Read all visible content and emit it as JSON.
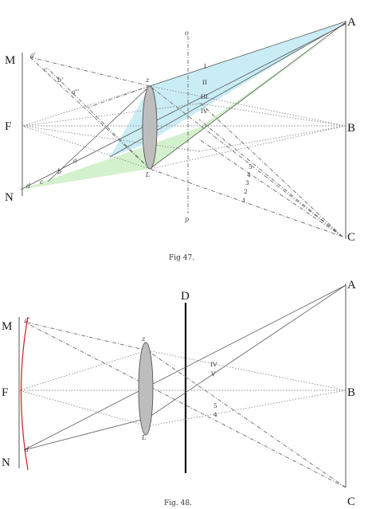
{
  "figures": [
    {
      "caption": "Fig 47.",
      "points": {
        "A": "A",
        "B": "B",
        "C": "C",
        "M": "M",
        "F": "F",
        "N": "N"
      },
      "lens_labels": {
        "top": "z",
        "bottom": "L"
      },
      "axis_labels": {
        "top": "o",
        "bottom": "p"
      },
      "image_labels": [
        "a'",
        "c",
        "b'",
        "a''",
        "d",
        "c",
        "b",
        "a"
      ],
      "ray_numerals": [
        "I",
        "II",
        "III",
        "IV",
        "5",
        "4",
        "3",
        "2",
        "1"
      ]
    },
    {
      "caption": "Fig. 48.",
      "points": {
        "A": "A",
        "B": "B",
        "C": "C",
        "M": "M",
        "F": "F",
        "N": "N"
      },
      "stop_label": "D",
      "lens_labels": {
        "top": "z",
        "bottom": "L"
      },
      "image_labels": [
        "a'",
        "d"
      ],
      "ray_numerals": [
        "IV",
        "V",
        "5",
        "4"
      ]
    }
  ],
  "colors": {
    "blue_fill": "#bfe9f3",
    "green_fill": "#cdeec4",
    "red_curve": "#d42a2a",
    "lens": "#bdbdbd"
  }
}
